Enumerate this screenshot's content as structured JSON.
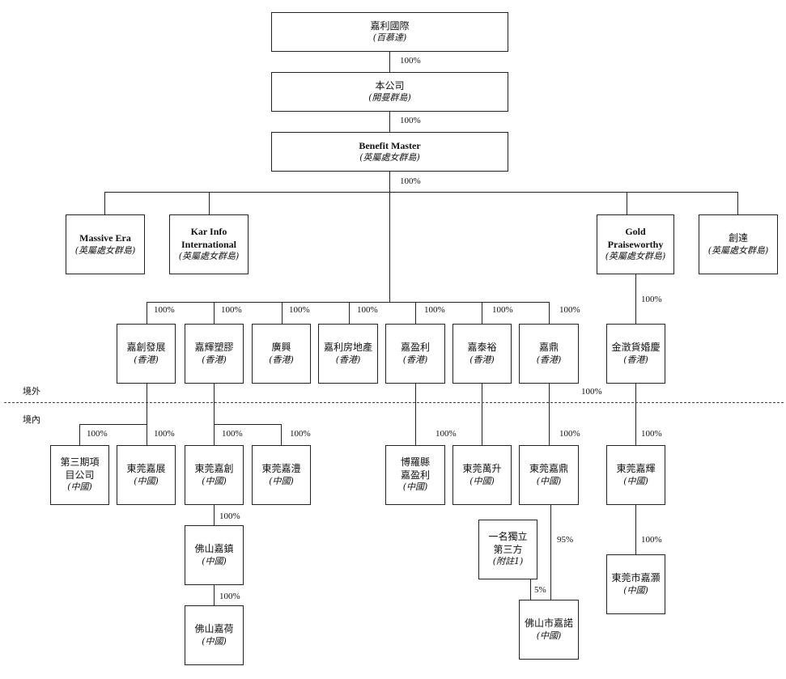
{
  "entities": {
    "kali_intl": {
      "name": "嘉利國際",
      "place": "(百慕達)"
    },
    "company": {
      "name": "本公司",
      "place": "(開曼群島)"
    },
    "benefit_master": {
      "name": "Benefit Master",
      "place": "(英屬處女群島)"
    },
    "massive_era": {
      "name": "Massive Era",
      "place": "(英屬處女群島)"
    },
    "kar_info": {
      "name": "Kar Info International",
      "place": "(英屬處女群島)"
    },
    "gold_praiseworthy": {
      "name": "Gold Praiseworthy",
      "place": "(英屬處女群島)"
    },
    "chuang_da": {
      "name": "創達",
      "place": "(英屬處女群島)"
    },
    "kachuang_dev": {
      "name": "嘉創發展",
      "place": "(香港)"
    },
    "kahui_plastic": {
      "name": "嘉輝塑膠",
      "place": "(香港)"
    },
    "guangxing": {
      "name": "廣興",
      "place": "(香港)"
    },
    "kali_property": {
      "name": "嘉利房地產",
      "place": "(香港)"
    },
    "kaying": {
      "name": "嘉盈利",
      "place": "(香港)"
    },
    "kataiyu": {
      "name": "嘉泰裕",
      "place": "(香港)"
    },
    "kading": {
      "name": "嘉鼎",
      "place": "(香港)"
    },
    "jinhui": {
      "name": "金澂貨婚慶",
      "place": "(香港)"
    },
    "third_phase": {
      "name": "第三期項目公司",
      "place": "(中國)"
    },
    "dg_kazhan": {
      "name": "東莞嘉展",
      "place": "(中國)"
    },
    "dg_kachuang": {
      "name": "東莞嘉創",
      "place": "(中國)"
    },
    "dg_kali": {
      "name": "東莞嘉澧",
      "place": "(中國)"
    },
    "boluo_kaying": {
      "name": "博羅縣嘉盈利",
      "place": "(中國)"
    },
    "dg_wansheng": {
      "name": "東莞萬升",
      "place": "(中國)"
    },
    "dg_kading": {
      "name": "東莞嘉鼎",
      "place": "(中國)"
    },
    "dg_kahui": {
      "name": "東莞嘉輝",
      "place": "(中國)"
    },
    "fs_kazhen": {
      "name": "佛山嘉鎮",
      "place": "(中國)"
    },
    "fs_kahe": {
      "name": "佛山嘉荷",
      "place": "(中國)"
    },
    "third_party": {
      "name": "一名獨立第三方",
      "place": "(附註1)"
    },
    "fs_kanuo": {
      "name": "佛山市嘉諾",
      "place": "(中國)"
    },
    "dg_kahao": {
      "name": "東莞市嘉灝",
      "place": "(中國)"
    }
  },
  "labels": {
    "p100": "100%",
    "p95": "95%",
    "p5": "5%",
    "offshore": "境外",
    "onshore": "境內"
  }
}
